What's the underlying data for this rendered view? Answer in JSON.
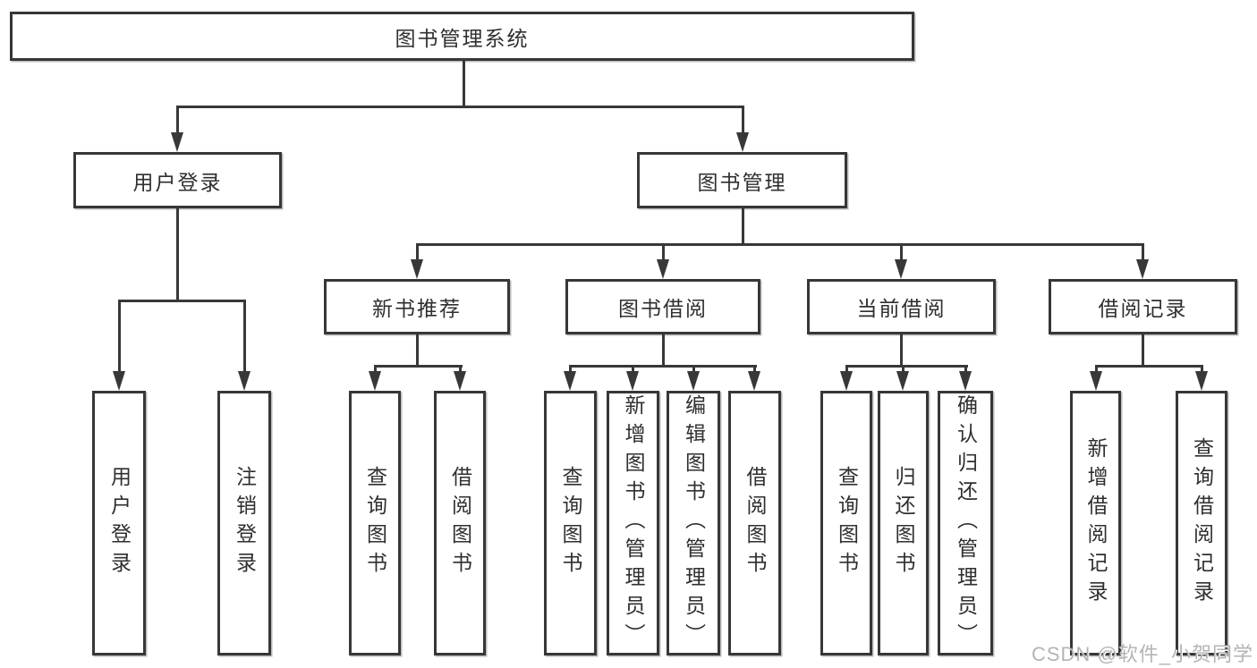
{
  "diagram": {
    "root_label": "图书管理系统",
    "user_login": {
      "label": "用户登录",
      "children": [
        "用户登录",
        "注销登录"
      ]
    },
    "book_manage": {
      "label": "图书管理"
    },
    "new_book": {
      "label": "新书推荐",
      "children": [
        "查询图书",
        "借阅图书"
      ]
    },
    "book_borrow": {
      "label": "图书借阅",
      "children": [
        "查询图书",
        "新增图书（管理员）",
        "编辑图书（管理员）",
        "借阅图书"
      ]
    },
    "current_borrow": {
      "label": "当前借阅",
      "children": [
        "查询图书",
        "归还图书",
        "确认归还（管理员）"
      ]
    },
    "borrow_record": {
      "label": "借阅记录",
      "children": [
        "新增借阅记录",
        "查询借阅记录"
      ]
    },
    "colors": {
      "line": "#383838",
      "text": "#2f2f2f",
      "box_background": "#ffffff",
      "watermark": "#b4b4b4"
    }
  },
  "watermark": {
    "text": "CSDN @软件_小贺同学"
  }
}
